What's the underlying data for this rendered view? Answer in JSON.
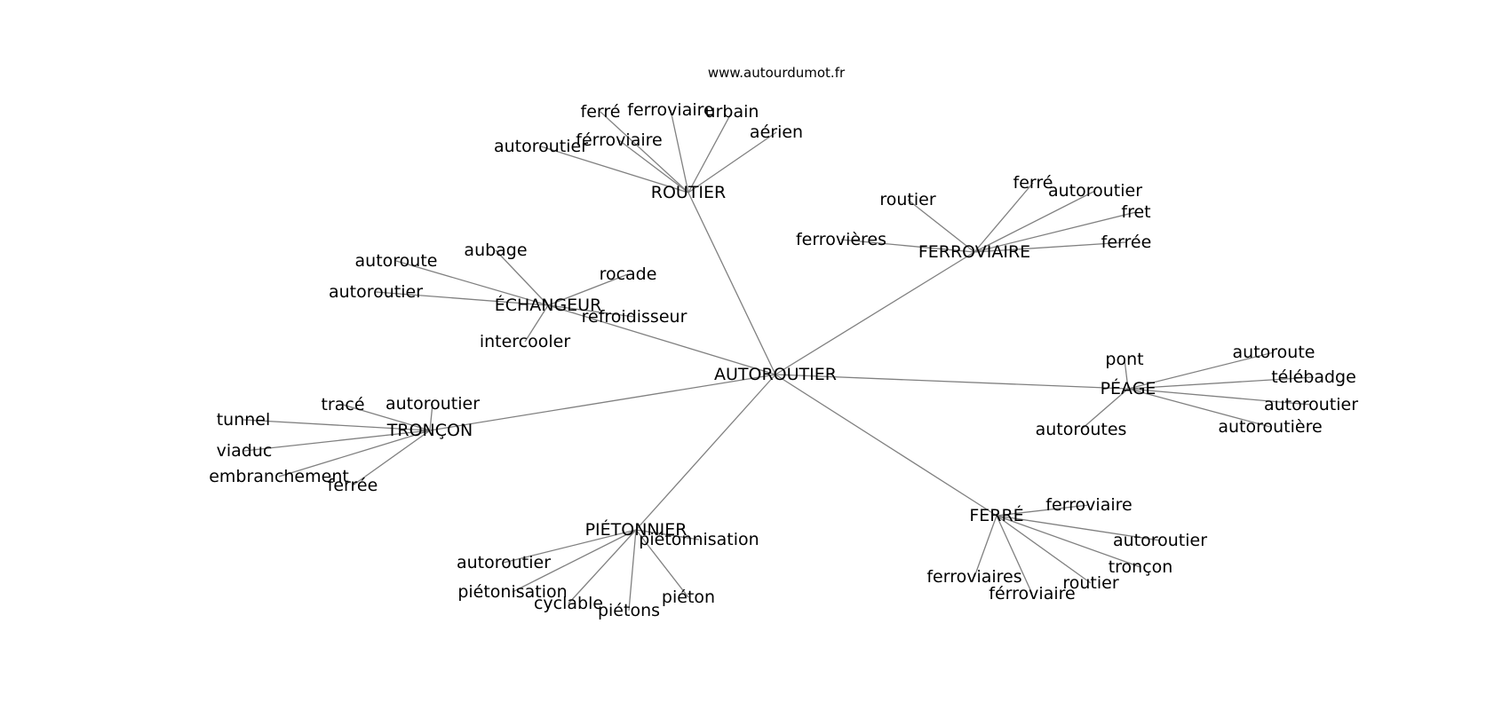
{
  "source": "www.autourdumot.fr",
  "center": "AUTOROUTIER",
  "clusters": [
    {
      "hub": "ROUTIER",
      "words": [
        "ferré",
        "ferroviaire",
        "urbain",
        "aérien",
        "autoroutier",
        "férroviaire"
      ]
    },
    {
      "hub": "FERROVIAIRE",
      "words": [
        "ferré",
        "autoroutier",
        "routier",
        "fret",
        "ferrovières",
        "ferrée"
      ]
    },
    {
      "hub": "ÉCHANGEUR",
      "words": [
        "aubage",
        "autoroute",
        "rocade",
        "autoroutier",
        "refroidisseur",
        "intercooler"
      ]
    },
    {
      "hub": "PÉAGE",
      "words": [
        "pont",
        "autoroute",
        "télébadge",
        "autoroutier",
        "autoroutière",
        "autoroutes"
      ]
    },
    {
      "hub": "TRONÇON",
      "words": [
        "tracé",
        "autoroutier",
        "tunnel",
        "viaduc",
        "embranchement",
        "ferrée"
      ]
    },
    {
      "hub": "FERRÉ",
      "words": [
        "ferroviaire",
        "autoroutier",
        "tronçon",
        "routier",
        "ferroviaires",
        "férroviaire"
      ]
    },
    {
      "hub": "PIÉTONNIER",
      "words": [
        "piétonnisation",
        "autoroutier",
        "piétonisation",
        "cyclable",
        "piétons",
        "piéton"
      ]
    }
  ]
}
